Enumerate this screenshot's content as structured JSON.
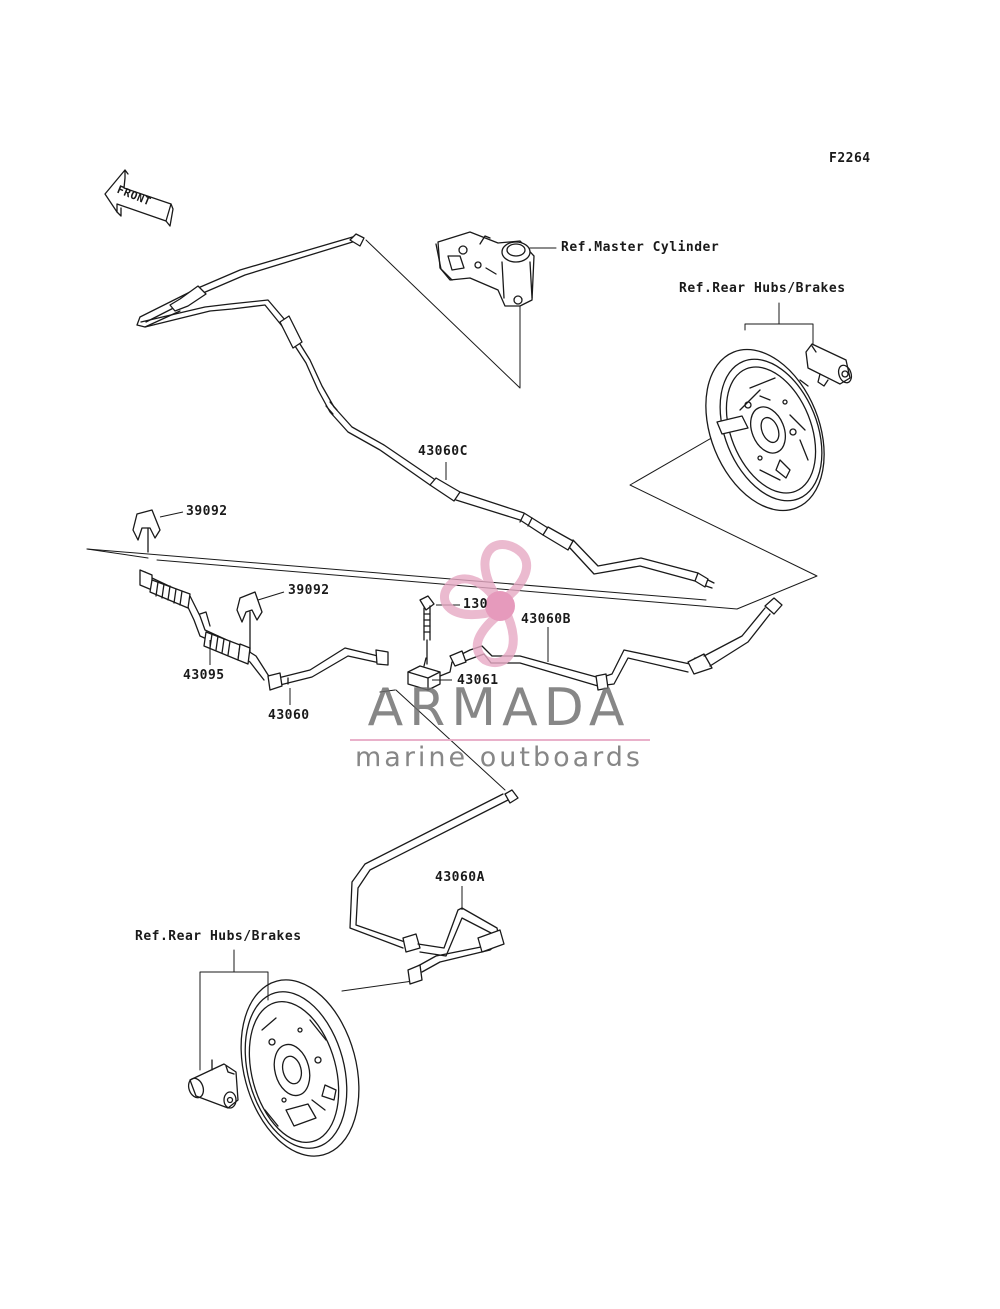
{
  "figure_code": "F2264",
  "front_arrow": {
    "label": "FRONT",
    "icon": "front-arrow-icon"
  },
  "references": {
    "master_cylinder": "Ref.Master Cylinder",
    "rear_hubs_brakes_right": "Ref.Rear Hubs/Brakes",
    "rear_hubs_brakes_left": "Ref.Rear Hubs/Brakes"
  },
  "parts": {
    "p43060C": "43060C",
    "p39092_a": "39092",
    "p39092_b": "39092",
    "p130": "130",
    "p43060B": "43060B",
    "p43095": "43095",
    "p43061": "43061",
    "p43060": "43060",
    "p43060A": "43060A"
  },
  "watermark": {
    "title": "ARMADA",
    "subtitle": "marine outboards",
    "logo_icon": "propeller-logo-icon",
    "accent_color": "#e7a9c4",
    "text_color": "#6d6d6d"
  }
}
